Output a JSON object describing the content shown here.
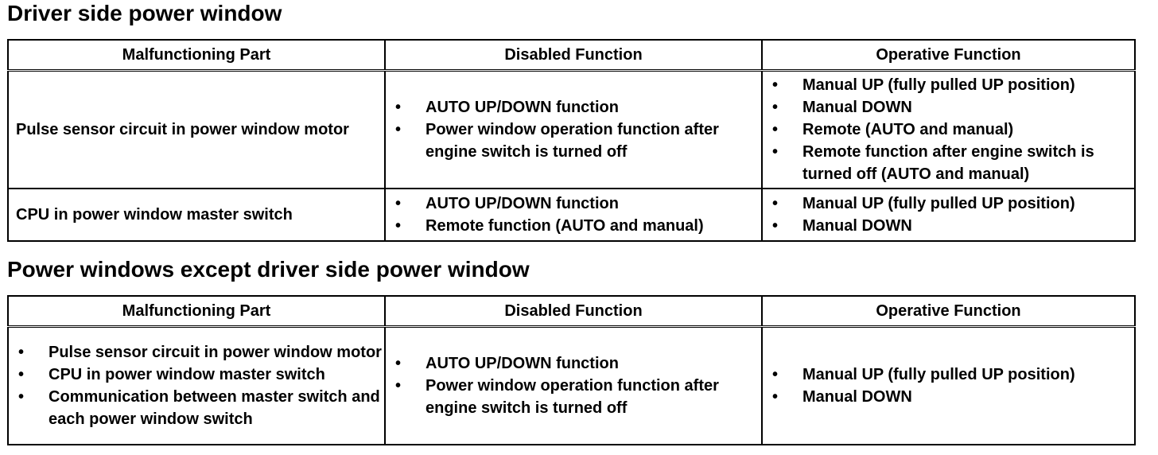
{
  "section1": {
    "title": "Driver side power window",
    "headers": [
      "Malfunctioning Part",
      "Disabled Function",
      "Operative Function"
    ],
    "rows": [
      {
        "part": "Pulse sensor circuit in power window motor",
        "disabled": [
          "AUTO UP/DOWN function",
          "Power window operation function after engine switch is turned off"
        ],
        "operative": [
          "Manual UP (fully pulled UP position)",
          "Manual DOWN",
          "Remote (AUTO and manual)",
          "Remote function after engine switch is turned off (AUTO and manual)"
        ]
      },
      {
        "part": "CPU in power window master switch",
        "disabled": [
          "AUTO UP/DOWN function",
          "Remote function (AUTO and manual)"
        ],
        "operative": [
          "Manual UP (fully pulled UP position)",
          "Manual DOWN"
        ]
      }
    ]
  },
  "section2": {
    "title": "Power windows except driver side power window",
    "headers": [
      "Malfunctioning Part",
      "Disabled Function",
      "Operative Function"
    ],
    "rows": [
      {
        "parts": [
          "Pulse sensor circuit in power window motor",
          "CPU in power window master switch",
          "Communication between master switch and each power window switch"
        ],
        "disabled": [
          "AUTO UP/DOWN function",
          "Power window operation function after engine switch is turned off"
        ],
        "operative": [
          "Manual UP (fully pulled UP position)",
          "Manual DOWN"
        ]
      }
    ]
  },
  "bullet": "•"
}
